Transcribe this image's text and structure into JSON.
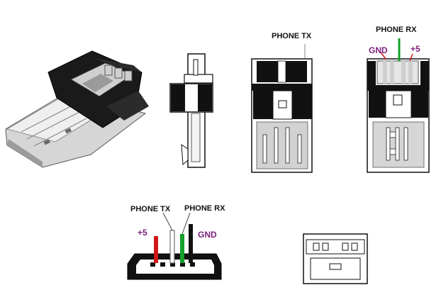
{
  "labels": {
    "top_phone_tx": "PHONE TX",
    "top_phone_rx": "PHONE RX",
    "top_gnd": "GND",
    "top_plus5": "+5",
    "bottom_phone_tx": "PHONE TX",
    "bottom_phone_rx": "PHONE RX",
    "bottom_plus5": "+5",
    "bottom_gnd": "GND"
  },
  "colors": {
    "label_purple": "#7b1f7b",
    "wire_red": "#d01818",
    "wire_white": "#ffffff",
    "wire_green": "#14a02a",
    "wire_black": "#111111",
    "connector_black": "#111111",
    "metal_grey": "#b9b9b9"
  }
}
